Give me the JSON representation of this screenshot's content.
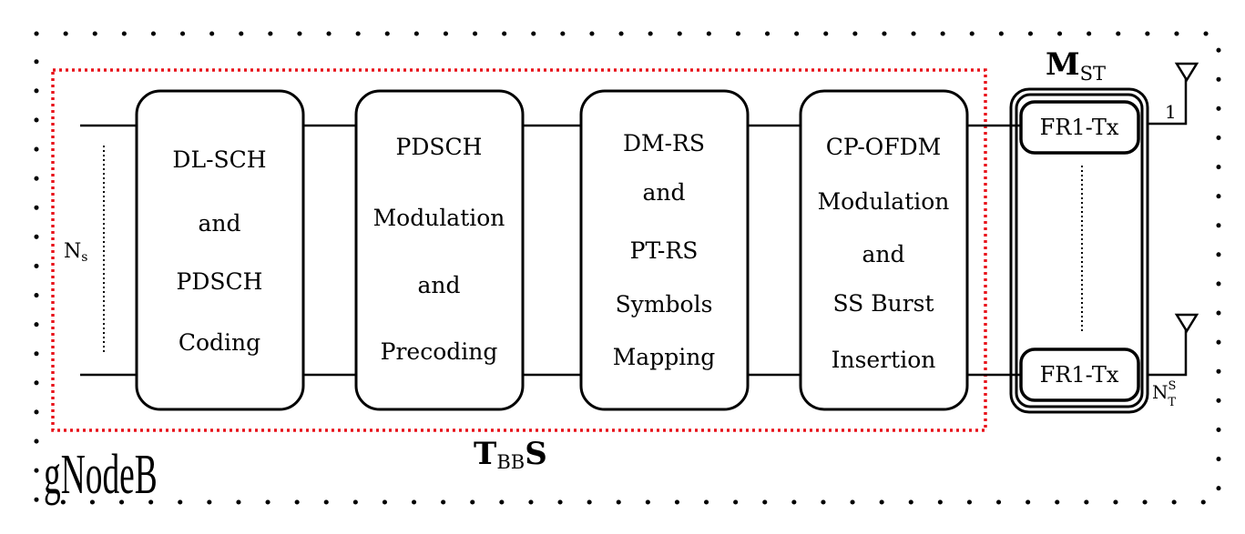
{
  "enclosure": {
    "label": "gNodeB"
  },
  "tbbs": {
    "label_main": "T",
    "label_sub": "BB",
    "label_tail": "S"
  },
  "mst": {
    "label_main": "M",
    "label_sub": "ST"
  },
  "streams_label": {
    "main": "N",
    "sub": "s"
  },
  "blocks": [
    {
      "lines": [
        "DL-SCH",
        "and",
        "PDSCH",
        "Coding"
      ]
    },
    {
      "lines": [
        "PDSCH",
        "Modulation",
        "and",
        "Precoding"
      ]
    },
    {
      "lines": [
        "DM-RS",
        "and",
        "PT-RS",
        "Symbols",
        "Mapping"
      ]
    },
    {
      "lines": [
        "CP-OFDM",
        "Modulation",
        "and",
        "SS Burst",
        "Insertion"
      ]
    }
  ],
  "transmitters": [
    {
      "label": "FR1-Tx",
      "antenna_index": "1"
    },
    {
      "label": "FR1-Tx",
      "antenna_index_main": "N",
      "antenna_index_sup": "S",
      "antenna_index_sub": "T"
    }
  ],
  "colors": {
    "tbbs_border": "#e8131b",
    "ink": "#000000",
    "enclosure_dots": "#000000"
  }
}
